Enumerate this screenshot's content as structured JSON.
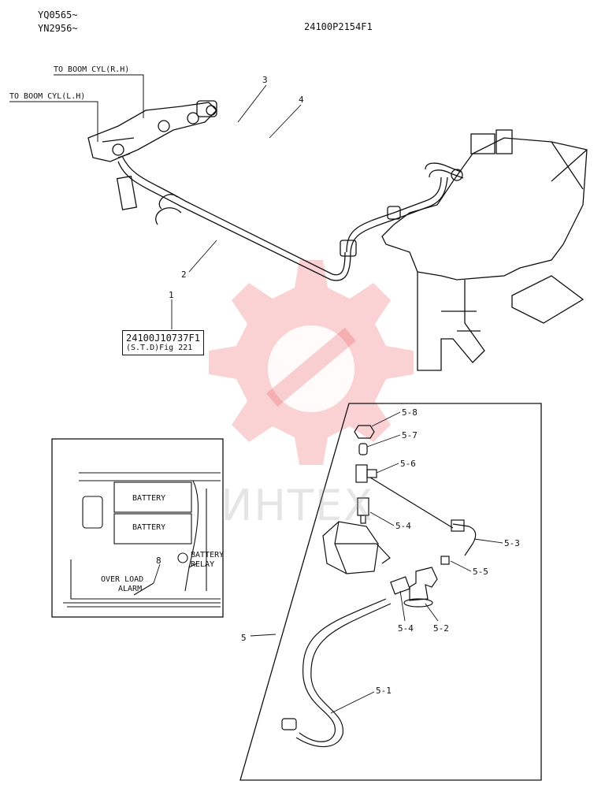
{
  "header": {
    "serial_line_1": "YQ0565~",
    "serial_line_2": "YN2956~",
    "drawing_number": "24100P2154F1"
  },
  "annotations": {
    "to_boom_rh": "TO BOOM CYL(R.H)",
    "to_boom_lh": "TO BOOM CYL(L.H)",
    "reference_part": "24100J10737F1",
    "reference_fig": "(S.T.D)Fig 221",
    "battery_1": "BATTERY",
    "battery_2": "BATTERY",
    "battery_relay_1": "BATTERY",
    "battery_relay_2": "RELAY",
    "overload_1": "OVER LOAD",
    "overload_2": "ALARM"
  },
  "callouts": {
    "c1": "1",
    "c2": "2",
    "c3": "3",
    "c4": "4",
    "c5": "5",
    "c8": "8",
    "c5_1": "5-1",
    "c5_2": "5-2",
    "c5_3": "5-3",
    "c5_4a": "5-4",
    "c5_4b": "5-4",
    "c5_5": "5-5",
    "c5_6": "5-6",
    "c5_7": "5-7",
    "c5_8": "5-8"
  },
  "watermark": {
    "text": "ИНТЕХ",
    "color": "#e8323a"
  }
}
